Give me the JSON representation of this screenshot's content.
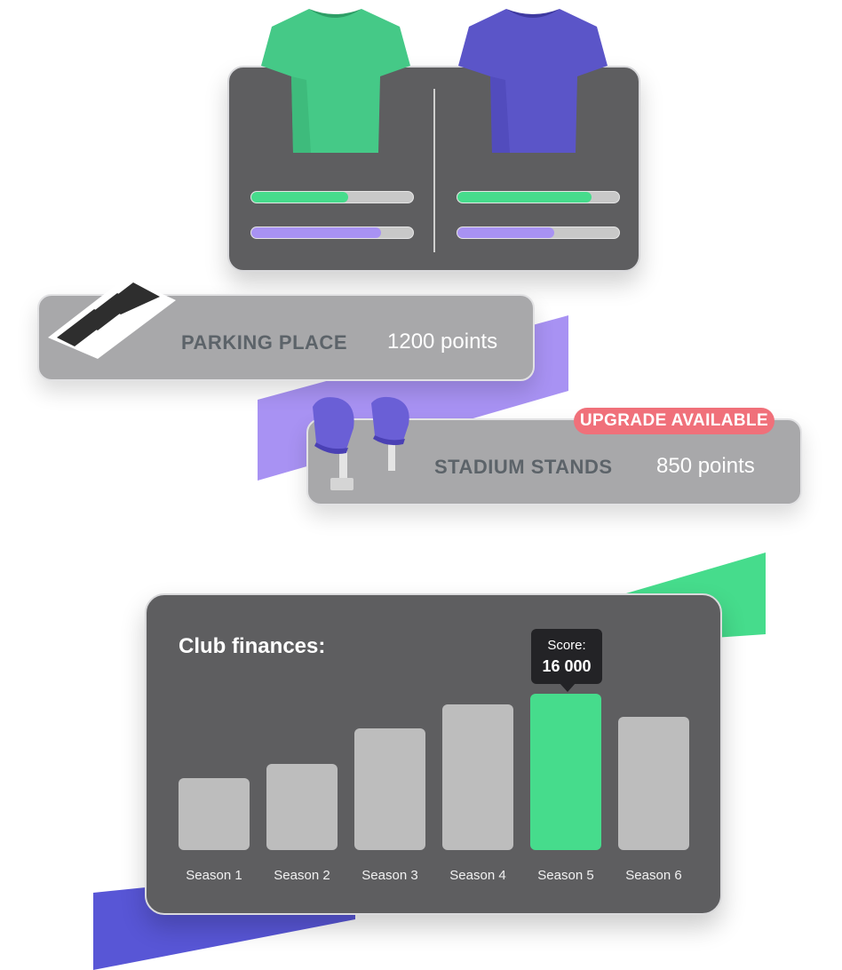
{
  "colors": {
    "green": "#46dc8c",
    "purple": "#a892f3",
    "blue": "#5856d6",
    "card_dark": "#5e5e60",
    "badge": "#f0707a"
  },
  "jerseys": [
    {
      "color": "#45c987",
      "bars": [
        0.6,
        0.8
      ]
    },
    {
      "color": "#5b55c8",
      "bars": [
        0.83,
        0.6
      ]
    }
  ],
  "upgrades": {
    "parking": {
      "title": "PARKING PLACE",
      "points": "1200 points"
    },
    "stands": {
      "title": "STADIUM STANDS",
      "points": "850 points",
      "badge": "UPGRADE AVAILABLE"
    }
  },
  "finances": {
    "title": "Club finances:",
    "tooltip": {
      "label": "Score:",
      "value": "16 000"
    }
  },
  "chart_data": {
    "type": "bar",
    "title": "Club finances:",
    "categories": [
      "Season 1",
      "Season 2",
      "Season 3",
      "Season 4",
      "Season 5",
      "Season 6"
    ],
    "values": [
      0.46,
      0.55,
      0.78,
      0.93,
      1.0,
      0.85
    ],
    "highlight_index": 4,
    "highlight_label": "Score:",
    "highlight_value": "16 000"
  }
}
